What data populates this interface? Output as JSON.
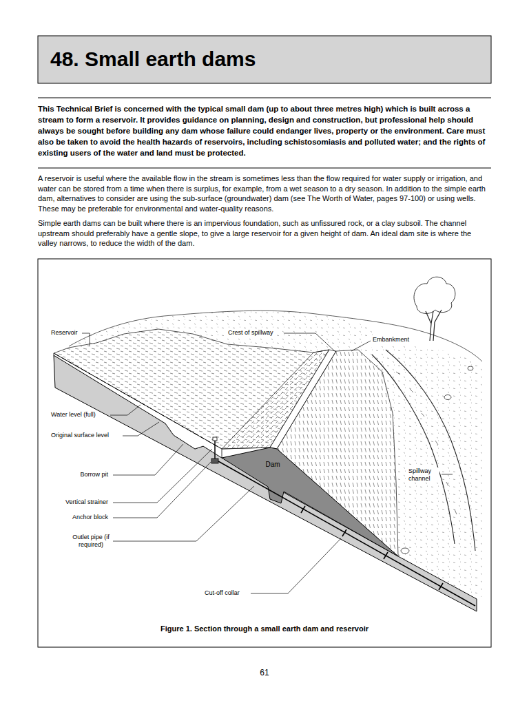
{
  "diagram": {
    "title": "48. Small earth dams",
    "caption": "Figure 1. Section through a small earth dam and reservoir",
    "labels": [
      "This Technical Brief is concerned with the typical small dam (up to about three metres high) which is built across a stream to form a reservoir. It provides guidance on planning, design and construction, but professional help should always be sought before building any dam whose failure could endanger lives, property or the environment. Care must also be taken to avoid the health hazards of reservoirs, including schistosomiasis and polluted water; and the rights of existing users of the water and land must be protected.",
      "A reservoir is useful where the available flow in the stream is sometimes less than the flow required for water supply or irrigation, and water can be stored from a time when there is surplus, for example, from a wet season to a dry season. In addition to the simple earth dam, alternatives to consider are using the sub-surface (groundwater) dam (see The Worth of Water, pages 97-100) or using wells. These may be preferable for environmental and water-quality reasons.",
      "Simple earth dams can be built where there is an impervious foundation, such as unfissured rock, or a clay subsoil. The channel upstream should preferably have a gentle slope, to give a large reservoir for a given height of dam. An ideal dam site is where the valley narrows, to reduce the width of the dam.",
      "Reservoir",
      "Crest of spillway",
      "Embankment",
      "Water level (full)",
      "Original surface level",
      "Borrow pit",
      "Vertical strainer",
      "Anchor block",
      "Outlet pipe (if required)",
      "Dam",
      "Spillway channel",
      "Cut-off collar",
      "61"
    ]
  }
}
